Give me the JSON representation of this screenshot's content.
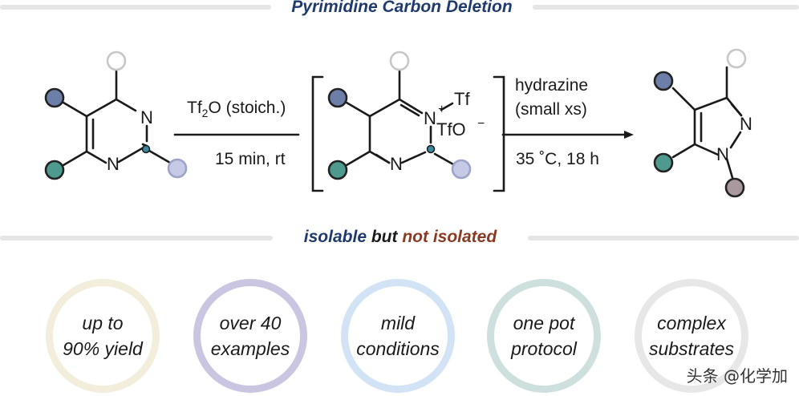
{
  "title": "Pyrimidine Carbon Deletion",
  "subtitle": {
    "part1": "isolable",
    "part2": "but",
    "part3": "not isolated"
  },
  "reagents_left": {
    "above_main": "Tf",
    "above_sub": "2",
    "above_rest": "O (stoich.)",
    "below": "15 min, rt"
  },
  "reagents_right": {
    "line1": "hydrazine",
    "line2": "(small xs)",
    "below": "35 ˚C, 18 h"
  },
  "atoms": {
    "N": "N",
    "N_plus": "+",
    "Tf": "Tf",
    "TfO": "TfO",
    "minus": "−"
  },
  "features": [
    {
      "line1": "up to",
      "line2": "90% yield"
    },
    {
      "line1": "over 40",
      "line2": "examples"
    },
    {
      "line1": "mild",
      "line2": "conditions"
    },
    {
      "line1": "one pot",
      "line2": "protocol"
    },
    {
      "line1": "complex",
      "line2": "substrates"
    }
  ],
  "watermark": "头条 @化学加",
  "colors": {
    "title": "#1f3b6e",
    "isolable": "#1f3b6e",
    "but": "#1a1a1a",
    "not_isolated": "#8a3a22",
    "sub_blue": "#6d7fa8",
    "sub_teal": "#4f9a8f",
    "sub_gray": "#c7c7c7",
    "sub_lavender": "#c6cae6",
    "sub_mauve": "#a9989e",
    "marker": "#3d86a0",
    "feature_borders": [
      "#f3eedc",
      "#cac6e1",
      "#d3e3f6",
      "#cde0de",
      "#e7e7e7"
    ]
  }
}
